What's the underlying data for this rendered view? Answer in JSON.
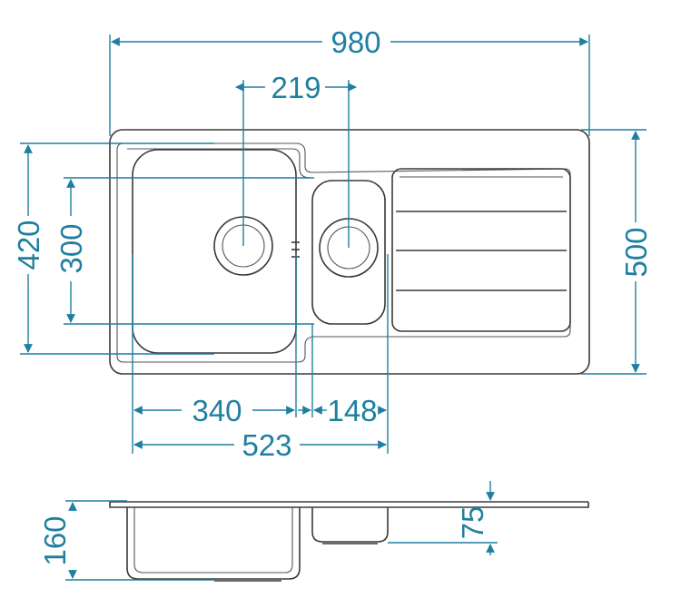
{
  "diagram": {
    "dimensions": {
      "overall_width": "980",
      "overall_depth": "500",
      "bowl_spacing": "219",
      "main_bowl_depth_outer": "420",
      "main_bowl_depth_inner": "300",
      "main_bowl_width": "340",
      "small_bowl_width": "148",
      "bowls_total_width": "523",
      "main_bowl_height": "160",
      "small_bowl_height": "75"
    },
    "colors": {
      "dimension": "#1f7fa0",
      "outline": "#3a3a3a"
    }
  }
}
